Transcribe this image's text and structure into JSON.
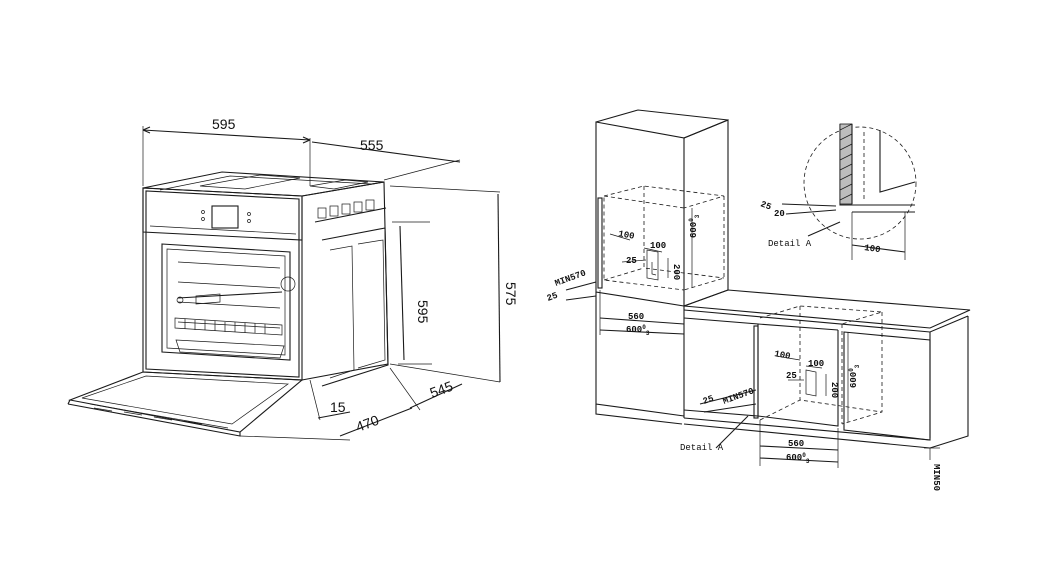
{
  "left_view": {
    "dim_width": "595",
    "dim_depth_total": "555",
    "dim_height_front": "595",
    "dim_height_side": "575",
    "dim_side": "545",
    "dim_door": "470",
    "dim_offset": "15"
  },
  "column_view": {
    "dim_100_a": "100",
    "dim_100_b": "100",
    "dim_25": "25",
    "dim_200": "200",
    "dim_600_vertical": "600",
    "dim_600_vertical_sup": "0",
    "dim_600_vertical_sub": "3",
    "dim_min570": "MIN570",
    "dim_25_b": "25",
    "dim_560": "560",
    "dim_600": "600",
    "dim_600_sup": "0",
    "dim_600_sub": "3"
  },
  "detail_view": {
    "dim_25": "25",
    "dim_20": "20",
    "dim_100": "100",
    "label": "Detail A"
  },
  "undercounter_view": {
    "dim_100_a": "100",
    "dim_100_b": "100",
    "dim_25": "25",
    "dim_200": "200",
    "dim_600_vertical": "600",
    "dim_600_vertical_sup": "0",
    "dim_600_vertical_sub": "3",
    "dim_min570": "MIN570",
    "dim_25_b": "25",
    "dim_560": "560",
    "dim_600": "600",
    "dim_600_sup": "0",
    "dim_600_sub": "3",
    "dim_min50": "MIN50",
    "label": "Detail A"
  }
}
